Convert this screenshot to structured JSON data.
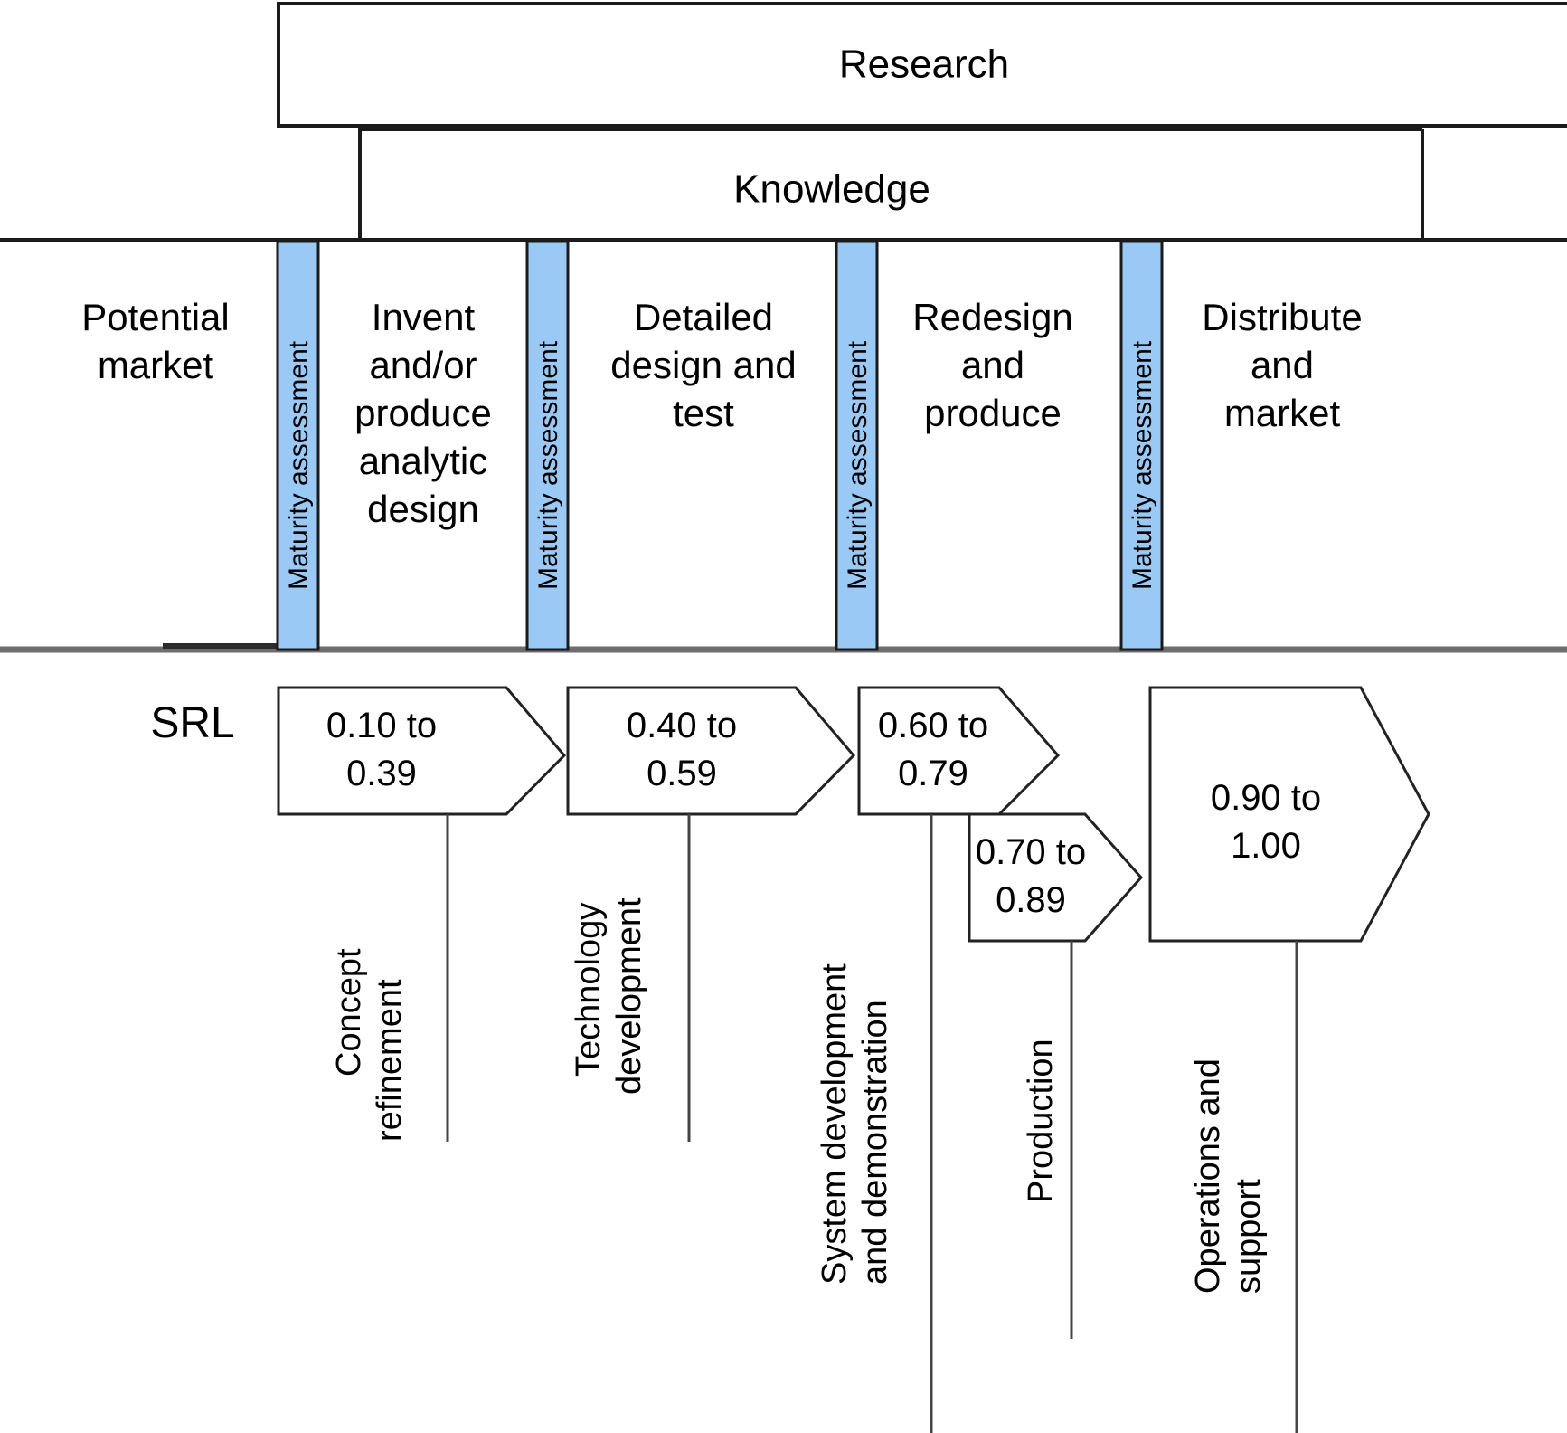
{
  "diagram": {
    "title_bands": [
      {
        "id": "research",
        "label": "Research"
      },
      {
        "id": "knowledge",
        "label": "Knowledge"
      }
    ],
    "phases": [
      {
        "id": "potential-market",
        "label": "Potential\nmarket",
        "lines": [
          "Potential",
          "market"
        ]
      },
      {
        "id": "invent-produce-analytic-design",
        "label": "Invent and/or produce analytic design",
        "lines": [
          "Invent",
          "and/or",
          "produce",
          "analytic",
          "design"
        ]
      },
      {
        "id": "detailed-design-and-test",
        "label": "Detailed design and test",
        "lines": [
          "Detailed",
          "design and",
          "test"
        ]
      },
      {
        "id": "redesign-and-produce",
        "label": "Redesign and produce",
        "lines": [
          "Redesign",
          "and",
          "produce"
        ]
      },
      {
        "id": "distribute-and-market",
        "label": "Distribute and market",
        "lines": [
          "Distribute",
          "and",
          "market"
        ]
      }
    ],
    "maturity_gates": [
      {
        "id": "gate-1",
        "label": "Maturity assessment"
      },
      {
        "id": "gate-2",
        "label": "Maturity assessment"
      },
      {
        "id": "gate-3",
        "label": "Maturity assessment"
      },
      {
        "id": "gate-4",
        "label": "Maturity assessment"
      }
    ],
    "srl": {
      "row_label": "SRL",
      "stages": [
        {
          "id": "srl-1",
          "range_line1": "0.10 to",
          "range_line2": "0.39",
          "min": 0.1,
          "max": 0.39,
          "stage_label_lines": [
            "Concept",
            "refinement"
          ],
          "stage_label": "Concept refinement"
        },
        {
          "id": "srl-2",
          "range_line1": "0.40 to",
          "range_line2": "0.59",
          "min": 0.4,
          "max": 0.59,
          "stage_label_lines": [
            "Technology",
            "development"
          ],
          "stage_label": "Technology development"
        },
        {
          "id": "srl-3",
          "range_line1": "0.60 to",
          "range_line2": "0.79",
          "min": 0.6,
          "max": 0.79,
          "stage_label_lines": [
            "System development",
            "and demonstration"
          ],
          "stage_label": "System development and demonstration"
        },
        {
          "id": "srl-4",
          "range_line1": "0.70 to",
          "range_line2": "0.89",
          "min": 0.7,
          "max": 0.89,
          "stage_label_lines": [
            "Production"
          ],
          "stage_label": "Production"
        },
        {
          "id": "srl-5",
          "range_line1": "0.90 to",
          "range_line2": "1.00",
          "min": 0.9,
          "max": 1.0,
          "stage_label_lines": [
            "Operations and",
            "support"
          ],
          "stage_label": "Operations and support"
        }
      ]
    },
    "colors": {
      "maturity_bar_fill": "#9BC9F5",
      "stroke": "#1a1a1a",
      "background": "#ffffff",
      "text": "#000000"
    }
  }
}
